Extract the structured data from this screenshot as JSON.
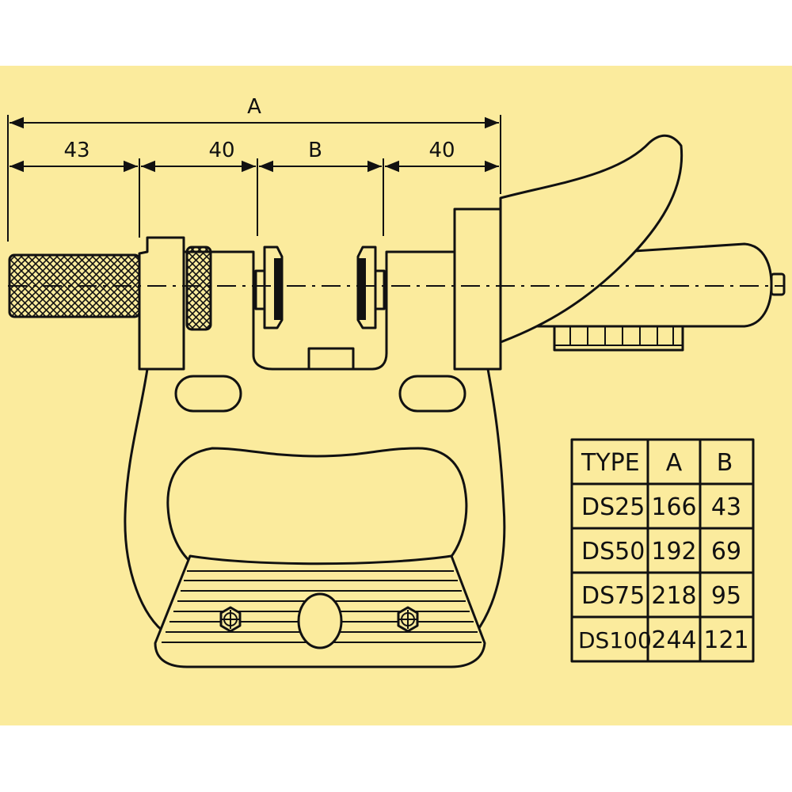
{
  "colors": {
    "background": "#FBEB9D",
    "page_margin": "#ffffff",
    "line": "#111111"
  },
  "dimensions": {
    "overall": "A",
    "knurl": "43",
    "left_span": "40",
    "gap": "B",
    "right_span": "40"
  },
  "table": {
    "headers": [
      "TYPE",
      "A",
      "B"
    ],
    "rows": [
      [
        "DS25",
        "166",
        "43"
      ],
      [
        "DS50",
        "192",
        "69"
      ],
      [
        "DS75",
        "218",
        "95"
      ],
      [
        "DS100",
        "244",
        "121"
      ]
    ]
  },
  "icons": [
    "knurled-knob-icon",
    "screw-head-icon",
    "lock-nut-icon"
  ]
}
